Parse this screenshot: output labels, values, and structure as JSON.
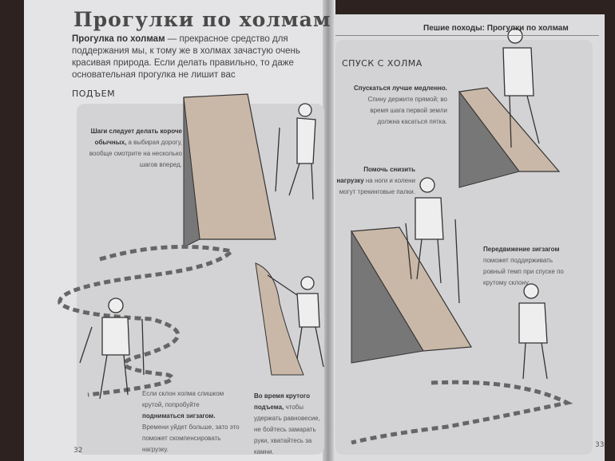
{
  "left_page": {
    "title": "Прогулки по холмам",
    "intro_bold": "Прогулка по холмам",
    "intro_line1": " — прекрасное средство для поддержания",
    "intro_line2": "мы, к тому же в холмах зачастую очень красивая природа. Если",
    "intro_line3": "делать правильно, то даже основательная прогулка не лишит вас",
    "section": "ПОДЪЕМ",
    "caption1": {
      "bold": "Шаги следует делать короче обычных,",
      "text": " а выбирая дорогу, вообще смотрите на несколько шагов вперед."
    },
    "caption2": {
      "pre": "Если склон холма слишком крутой, попробуйте ",
      "bold": "подниматься зигзагом.",
      "text": " Времени уйдет больше, зато это поможет скомпенсировать нагрузку."
    },
    "caption3": {
      "bold": "Во время крутого подъема,",
      "text": " чтобы удержать равновесие, не бойтесь замарать руки, хватайтесь за камни."
    },
    "page_number": "32"
  },
  "right_page": {
    "running_head": "Пешие походы: Прогулки по холмам",
    "section": "СПУСК С ХОЛМА",
    "caption1": {
      "bold": "Спускаться лучше медленно.",
      "text": " Спину держите прямой; во время шага первой земли должна касаться пятка."
    },
    "caption2": {
      "bold": "Помочь снизить нагрузку",
      "text": " на ноги и колени могут трекинговые палки."
    },
    "caption3": {
      "bold": "Передвижение зигзагом",
      "text": " поможет поддерживать ровный темп при спуске по крутому склону."
    },
    "page_number": "33"
  }
}
